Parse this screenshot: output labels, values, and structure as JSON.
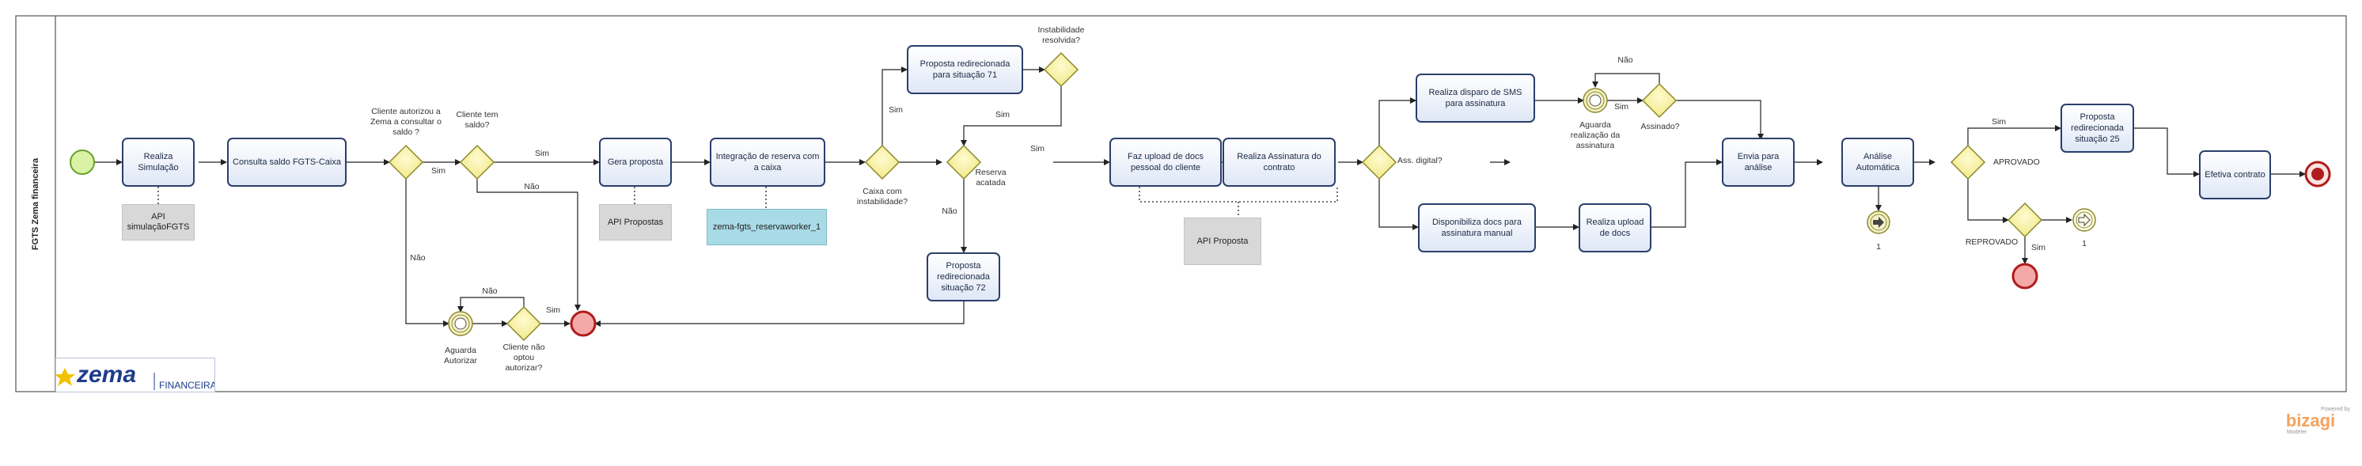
{
  "pool": {
    "title": "FGTS Zema financeira"
  },
  "logo": {
    "brand": "zema",
    "sub": "FINANCEIRA"
  },
  "watermark": {
    "powered": "Powered by",
    "name": "bizagi",
    "product": "Modeler"
  },
  "tasks": {
    "t1": "Realiza Simulação",
    "t2": "Consulta saldo FGTS-Caixa",
    "t3": "Gera proposta",
    "t4": "Integração de reserva com a caixa",
    "t5": "Proposta redirecionada para situação 71",
    "t6": "Proposta redirecionada situação 72",
    "t7": "Faz upload de docs pessoal do cliente",
    "t8": "Realiza Assinatura do contrato",
    "t9": "Realiza disparo de SMS para assinatura",
    "t10": "Disponibiliza docs para assinatura manual",
    "t11": "Realiza upload de docs",
    "t12": "Envia para análise",
    "t13": "Análise Automática",
    "t14": "Proposta redirecionada situação 25",
    "t15": "Efetiva contrato"
  },
  "artifacts": {
    "a1": "API simulaçãoFGTS",
    "a2": "API Propostas",
    "a3": "zema-fgts_reservaworker_1",
    "a4": "API Proposta"
  },
  "gateways": {
    "g1": "Cliente autorizou a Zema a consultar o saldo ?",
    "g2": "Cliente tem saldo?",
    "g3": "Cliente não optou autorizar?",
    "g4": "Caixa com instabilidade?",
    "g5": "Instabilidade resolvida?",
    "g6": "Reserva acatada",
    "g7": "Ass. digital?",
    "g8": "Assinado?",
    "g9": "APROVADO",
    "g10": "REPROVADO"
  },
  "events": {
    "e_aguarda1": "Aguarda Autorizar",
    "e_aguarda2": "Aguarda realização da assinatura",
    "e_link1": "1",
    "e_link2": "1"
  },
  "flows": {
    "sim": "Sim",
    "nao": "Não"
  }
}
